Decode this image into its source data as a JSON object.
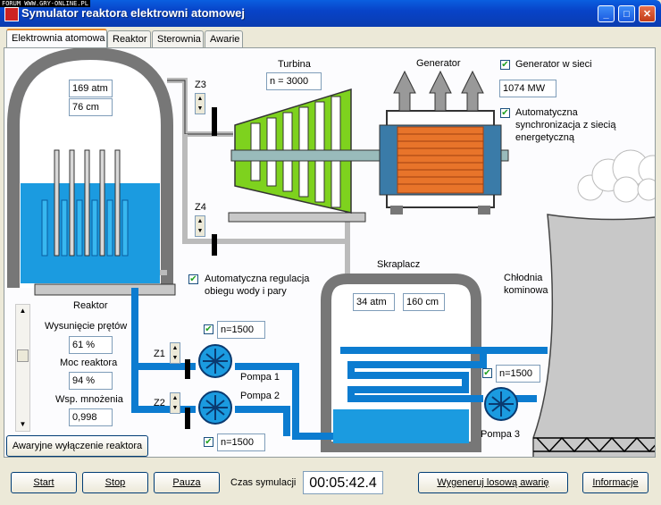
{
  "window": {
    "title": "Symulator reaktora elektrowni atomowej",
    "forum_tag": "FORUM WWW.GRY-ONLINE.PL"
  },
  "tabs": [
    "Elektrownia atomowa",
    "Reaktor",
    "Sterownia",
    "Awarie"
  ],
  "active_tab": "Elektrownia atomowa",
  "reactor": {
    "pressure": "169 atm",
    "level": "76 cm",
    "title": "Reaktor",
    "rod_label": "Wysunięcie prętów",
    "rod_value": "61 %",
    "power_label": "Moc reaktora",
    "power_value": "94 %",
    "mult_label": "Wsp. mnożenia",
    "mult_value": "0,998",
    "scram_button": "Awaryjne wyłączenie reaktora"
  },
  "valves": {
    "z3": "Z3",
    "z4": "Z4",
    "z1": "Z1",
    "z2": "Z2"
  },
  "turbine": {
    "title": "Turbina",
    "value": "n = 3000"
  },
  "generator": {
    "title": "Generator",
    "grid_label": "Generator w sieci",
    "power": "1074 MW",
    "sync_label_1": "Automatyczna",
    "sync_label_2": "synchronizacja z siecią",
    "sync_label_3": "energetyczną"
  },
  "auto_reg": {
    "line1": "Automatyczna regulacja",
    "line2": "obiegu wody i pary"
  },
  "condenser": {
    "title": "Skraplacz",
    "pressure": "34 atm",
    "level": "160 cm"
  },
  "cooling": {
    "line1": "Chłodnia",
    "line2": "kominowa"
  },
  "pumps": {
    "p1_label": "Pompa 1",
    "p1_value": "n=1500",
    "p2_label": "Pompa 2",
    "p2_value": "n=1500",
    "p3_label": "Pompa 3",
    "p3_value": "n=1500"
  },
  "footer": {
    "start": "Start",
    "stop": "Stop",
    "pause": "Pauza",
    "time_label": "Czas symulacji",
    "time_value": "00:05:42.4",
    "random_fault": "Wygeneruj losową awarię",
    "info": "Informacje"
  },
  "colors": {
    "water": "#1b9be0",
    "turbine": "#7ed21e",
    "pipe": "#0c7cd0",
    "concrete": "#c8c8c8"
  }
}
